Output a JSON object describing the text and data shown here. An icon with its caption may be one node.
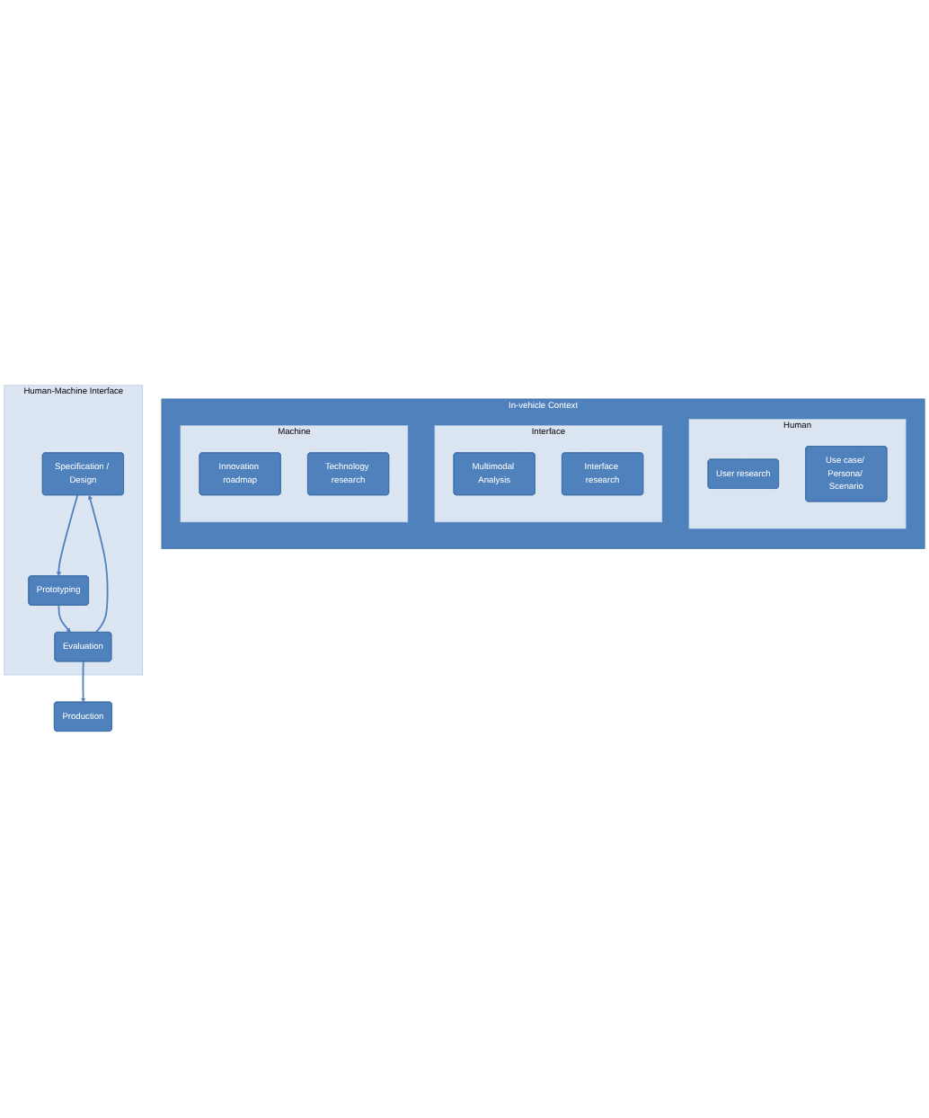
{
  "diagram": {
    "nodes": [
      {
        "text": [
          "In-vehicle Context"
        ]
      },
      {
        "text": [
          "Human"
        ],
        "in": 0
      },
      {
        "text": [
          "User research"
        ],
        "in": 1
      },
      {
        "text": [
          "Use case/ Persona/ Scenario"
        ],
        "in": 1
      },
      {
        "text": [
          "Interface"
        ],
        "in": 0
      },
      {
        "text": [
          "Multimodal Analysis"
        ],
        "in": 4
      },
      {
        "text": [
          "Interface research"
        ],
        "in": 4
      },
      {
        "text": [
          "Machine"
        ],
        "in": 0
      },
      {
        "text": [
          "Innovation roadmap"
        ],
        "in": 7
      },
      {
        "text": [
          "Technology research"
        ],
        "in": 7
      },
      {
        "text": [
          "Human-Machine Interface"
        ]
      },
      {
        "text": [
          "Production"
        ]
      },
      {
        "text": [
          "Specification / Design"
        ],
        "in": 10
      },
      {
        "text": [
          "Evaluation"
        ],
        "in": 10
      },
      {
        "text": [
          "Prototyping"
        ],
        "in": 10
      }
    ],
    "edges": [
      {
        "from": 12,
        "to": 14,
        "arrow": "to"
      },
      {
        "from": 14,
        "to": 13,
        "arrow": "to"
      },
      {
        "from": 13,
        "to": 12,
        "arrow": "to"
      },
      {
        "from": 13,
        "to": 11,
        "arrow": "to"
      }
    ]
  }
}
